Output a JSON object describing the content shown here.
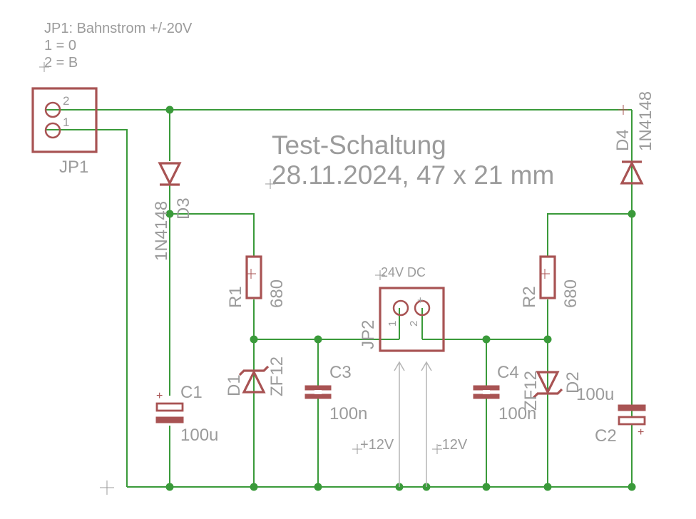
{
  "note": {
    "line1": "JP1: Bahnstrom +/-20V",
    "line2": "1 = 0",
    "line3": "2 = B"
  },
  "title": {
    "line1": "Test-Schaltung",
    "line2": "28.11.2024, 47 x 21 mm"
  },
  "jp1": {
    "name": "JP1",
    "pin1": "1",
    "pin2": "2"
  },
  "jp2": {
    "name": "JP2",
    "value": "24V DC",
    "pin1": "1",
    "pin2": "2",
    "plus": "+"
  },
  "d3": {
    "name": "D3",
    "value": "1N4148"
  },
  "d4": {
    "name": "D4",
    "value": "1N4148"
  },
  "r1": {
    "name": "R1",
    "value": "680"
  },
  "r2": {
    "name": "R2",
    "value": "680"
  },
  "d1": {
    "name": "D1",
    "value": "ZF12"
  },
  "d2": {
    "name": "D2",
    "value": "ZF12"
  },
  "c1": {
    "name": "C1",
    "value": "100u",
    "plus": "+"
  },
  "c2": {
    "name": "C2",
    "value": "100u",
    "plus": "+"
  },
  "c3": {
    "name": "C3",
    "value": "100n"
  },
  "c4": {
    "name": "C4",
    "value": "100n"
  },
  "rail_left": "+12V",
  "rail_right": "-12V",
  "colors": {
    "wire": "#3a9a3a",
    "symbol": "#a85353",
    "label": "#9b9b9b"
  }
}
